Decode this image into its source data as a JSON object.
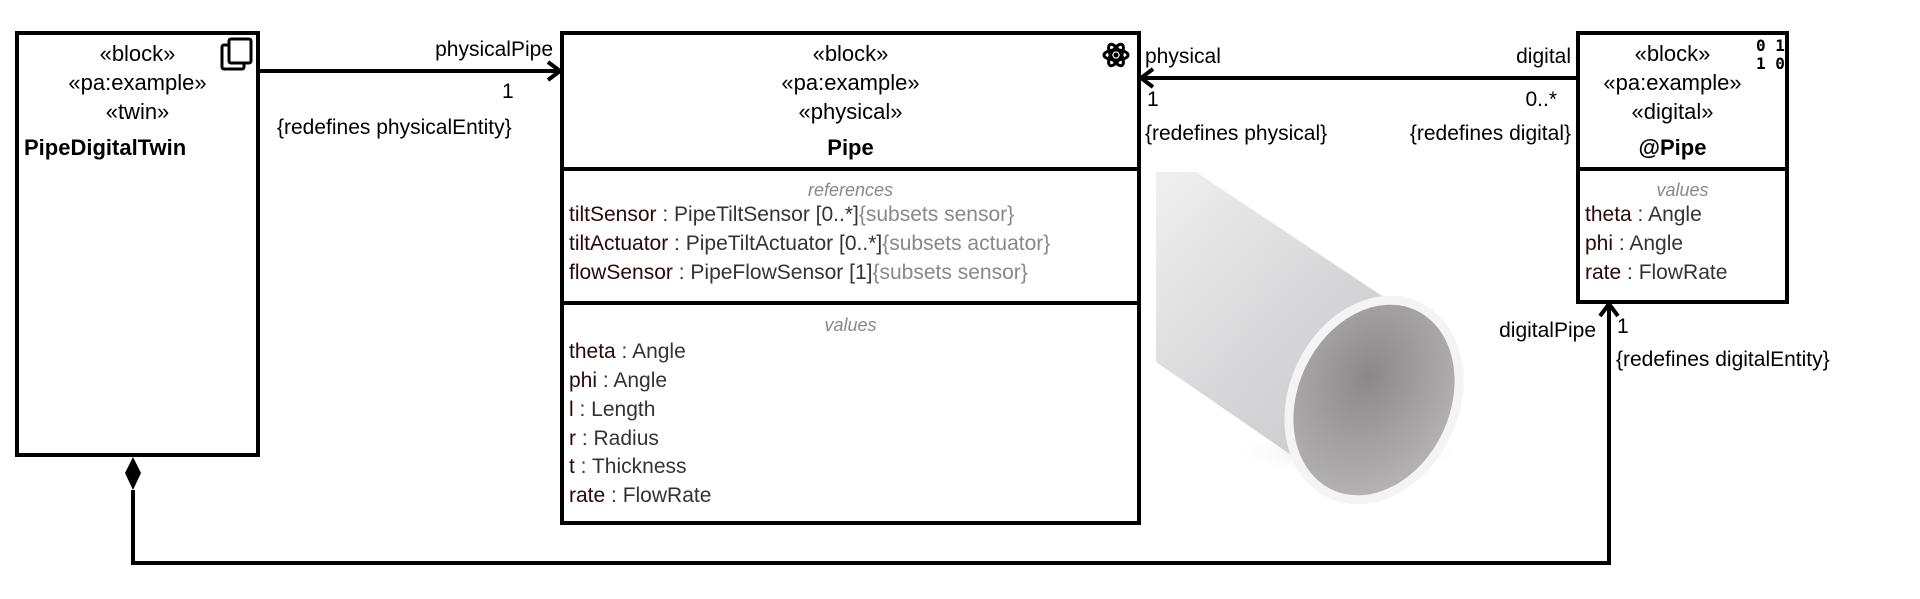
{
  "twin_block": {
    "stereotypes": [
      "«block»",
      "«pa:example»",
      "«twin»"
    ],
    "name": "PipeDigitalTwin",
    "icon": "copy-icon"
  },
  "pipe_block": {
    "stereotypes": [
      "«block»",
      "«pa:example»",
      "«physical»"
    ],
    "name": "Pipe",
    "icon": "atom-icon",
    "references_label": "references",
    "references": [
      {
        "name": "tiltSensor",
        "type": " : PipeTiltSensor [0..*]",
        "constraint": "{subsets sensor}"
      },
      {
        "name": "tiltActuator",
        "type": " : PipeTiltActuator [0..*]",
        "constraint": "{subsets actuator}"
      },
      {
        "name": "flowSensor",
        "type": " : PipeFlowSensor [1]",
        "constraint": "{subsets sensor}"
      }
    ],
    "values_label": "values",
    "values": [
      {
        "name": "theta",
        "type": " : Angle"
      },
      {
        "name": "phi",
        "type": " : Angle"
      },
      {
        "name": "l",
        "type": " : Length"
      },
      {
        "name": "r",
        "type": " : Radius"
      },
      {
        "name": "t",
        "type": " : Thickness"
      },
      {
        "name": "rate",
        "type": " : FlowRate"
      }
    ]
  },
  "digital_block": {
    "stereotypes": [
      "«block»",
      "«pa:example»",
      "«digital»"
    ],
    "name": "@Pipe",
    "icon": "binary-icon",
    "icon_text": [
      "0 1",
      "1 0"
    ],
    "values_label": "values",
    "values": [
      {
        "name": "theta",
        "type": " : Angle"
      },
      {
        "name": "phi",
        "type": " : Angle"
      },
      {
        "name": "rate",
        "type": " : FlowRate"
      }
    ]
  },
  "assoc_twin_physical": {
    "role": "physicalPipe",
    "multiplicity": "1",
    "constraint": "{redefines physicalEntity}"
  },
  "assoc_digital_physical": {
    "target_role": "physical",
    "target_multiplicity": "1",
    "target_constraint": "{redefines physical}",
    "source_role": "digital",
    "source_multiplicity": "0..*",
    "source_constraint": "{redefines digital}"
  },
  "assoc_twin_digital": {
    "role": "digitalPipe",
    "multiplicity": "1",
    "constraint": "{redefines digitalEntity}"
  }
}
